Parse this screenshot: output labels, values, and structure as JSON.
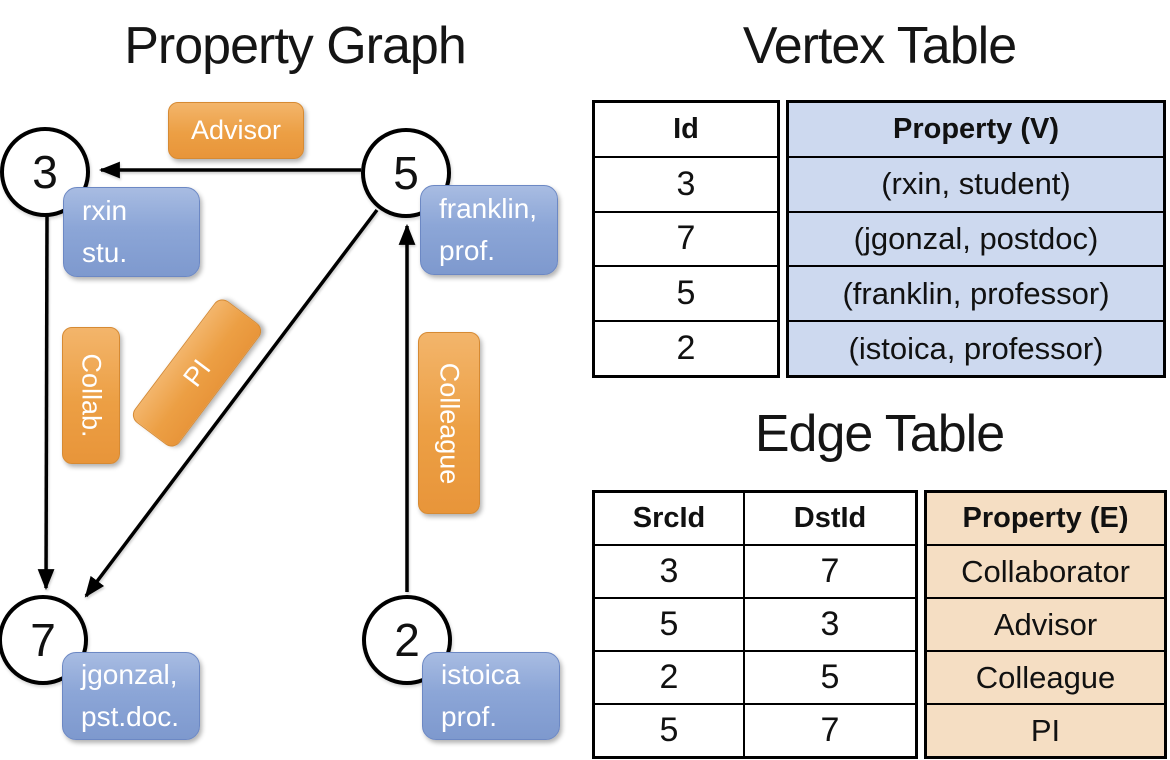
{
  "graph": {
    "title": "Property Graph",
    "nodes": [
      {
        "id": "3",
        "prop": "rxin\nstu."
      },
      {
        "id": "5",
        "prop": "franklin,\nprof."
      },
      {
        "id": "7",
        "prop": "jgonzal,\npst.doc."
      },
      {
        "id": "2",
        "prop": "istoica\nprof."
      }
    ],
    "edge_labels": {
      "advisor": "Advisor",
      "collab": "Collab.",
      "pi": "PI",
      "colleague": "Colleague"
    }
  },
  "vertex_table": {
    "title": "Vertex Table",
    "columns": [
      "Id",
      "Property (V)"
    ],
    "rows": [
      [
        "3",
        "(rxin, student)"
      ],
      [
        "7",
        "(jgonzal, postdoc)"
      ],
      [
        "5",
        "(franklin, professor)"
      ],
      [
        "2",
        "(istoica, professor)"
      ]
    ]
  },
  "edge_table": {
    "title": "Edge Table",
    "columns": [
      "SrcId",
      "DstId",
      "Property (E)"
    ],
    "rows": [
      [
        "3",
        "7",
        "Collaborator"
      ],
      [
        "5",
        "3",
        "Advisor"
      ],
      [
        "2",
        "5",
        "Colleague"
      ],
      [
        "5",
        "7",
        "PI"
      ]
    ]
  },
  "colors": {
    "edge_label_orange": "#EC9F44",
    "node_property_blue": "#8CA6D7",
    "vertex_property_bg": "#CDD9EF",
    "edge_property_bg": "#F5DEC3",
    "line_black": "#000000"
  }
}
